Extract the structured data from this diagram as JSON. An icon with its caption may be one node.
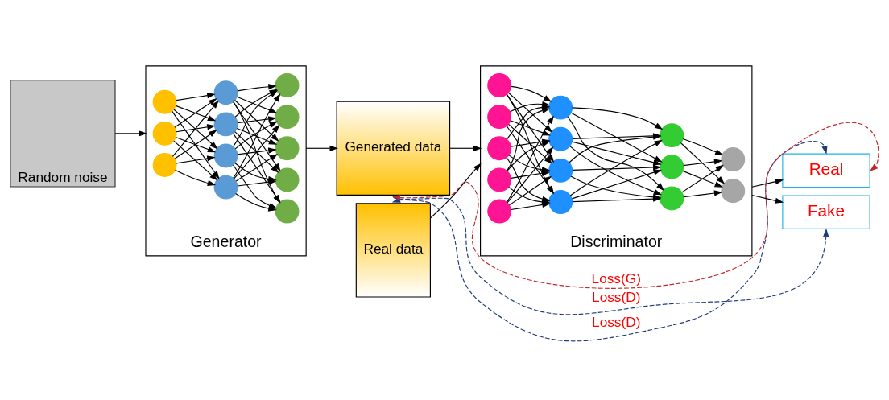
{
  "diagram": {
    "nodes": [
      {
        "text": [
          "Random noise"
        ]
      },
      {
        "text": [
          "Generator"
        ]
      },
      {
        "text": [],
        "shape": "circle",
        "in": 1
      },
      {
        "text": [],
        "shape": "circle",
        "in": 1
      },
      {
        "text": [],
        "shape": "circle",
        "in": 1
      },
      {
        "text": [],
        "shape": "circle",
        "in": 1
      },
      {
        "text": [],
        "shape": "circle",
        "in": 1
      },
      {
        "text": [],
        "shape": "circle",
        "in": 1
      },
      {
        "text": [],
        "shape": "circle",
        "in": 1
      },
      {
        "text": [],
        "shape": "circle",
        "in": 1
      },
      {
        "text": [],
        "shape": "circle",
        "in": 1
      },
      {
        "text": [],
        "shape": "circle",
        "in": 1
      },
      {
        "text": [],
        "shape": "circle",
        "in": 1
      },
      {
        "text": [],
        "shape": "circle",
        "in": 1
      },
      {
        "text": [
          "Real data"
        ]
      },
      {
        "text": [
          "Generated data"
        ]
      },
      {
        "text": [
          "Discriminator"
        ]
      },
      {
        "text": [],
        "shape": "circle",
        "in": 16
      },
      {
        "text": [],
        "shape": "circle",
        "in": 16
      },
      {
        "text": [],
        "shape": "circle",
        "in": 16
      },
      {
        "text": [],
        "shape": "circle",
        "in": 16
      },
      {
        "text": [],
        "shape": "circle",
        "in": 16
      },
      {
        "text": [],
        "shape": "circle",
        "in": 16
      },
      {
        "text": [],
        "shape": "circle",
        "in": 16
      },
      {
        "text": [],
        "shape": "circle",
        "in": 16
      },
      {
        "text": [],
        "shape": "circle",
        "in": 16
      },
      {
        "text": [],
        "shape": "circle",
        "in": 16
      },
      {
        "text": [],
        "shape": "circle",
        "in": 16
      },
      {
        "text": [],
        "shape": "circle",
        "in": 16
      },
      {
        "text": [],
        "shape": "circle",
        "in": 16
      },
      {
        "text": [],
        "shape": "circle",
        "in": 16
      },
      {
        "text": [
          "Real"
        ]
      },
      {
        "text": [
          "Fake"
        ]
      }
    ],
    "edges": [
      {
        "from": 0,
        "to": 1,
        "arrow": "to"
      },
      {
        "from": 2,
        "to": 5,
        "arrow": "to"
      },
      {
        "from": 2,
        "to": 6,
        "arrow": "to"
      },
      {
        "from": 2,
        "to": 7,
        "arrow": "to"
      },
      {
        "from": 2,
        "to": 8,
        "arrow": "to"
      },
      {
        "from": 3,
        "to": 5,
        "arrow": "to"
      },
      {
        "from": 3,
        "to": 6,
        "arrow": "to"
      },
      {
        "from": 3,
        "to": 7,
        "arrow": "to"
      },
      {
        "from": 3,
        "to": 8,
        "arrow": "to"
      },
      {
        "from": 4,
        "to": 5,
        "arrow": "to"
      },
      {
        "from": 4,
        "to": 6,
        "arrow": "to"
      },
      {
        "from": 4,
        "to": 7,
        "arrow": "to"
      },
      {
        "from": 4,
        "to": 8,
        "arrow": "to"
      },
      {
        "from": 5,
        "to": 9,
        "arrow": "to"
      },
      {
        "from": 5,
        "to": 10,
        "arrow": "to"
      },
      {
        "from": 5,
        "to": 11,
        "arrow": "to"
      },
      {
        "from": 5,
        "to": 12,
        "arrow": "to"
      },
      {
        "from": 5,
        "to": 13,
        "arrow": "to"
      },
      {
        "from": 6,
        "to": 9,
        "arrow": "to"
      },
      {
        "from": 6,
        "to": 10,
        "arrow": "to"
      },
      {
        "from": 6,
        "to": 11,
        "arrow": "to"
      },
      {
        "from": 6,
        "to": 12,
        "arrow": "to"
      },
      {
        "from": 6,
        "to": 13,
        "arrow": "to"
      },
      {
        "from": 7,
        "to": 9,
        "arrow": "to"
      },
      {
        "from": 7,
        "to": 10,
        "arrow": "to"
      },
      {
        "from": 7,
        "to": 11,
        "arrow": "to"
      },
      {
        "from": 7,
        "to": 12,
        "arrow": "to"
      },
      {
        "from": 7,
        "to": 13,
        "arrow": "to"
      },
      {
        "from": 8,
        "to": 9,
        "arrow": "to"
      },
      {
        "from": 8,
        "to": 10,
        "arrow": "to"
      },
      {
        "from": 8,
        "to": 11,
        "arrow": "to"
      },
      {
        "from": 8,
        "to": 12,
        "arrow": "to"
      },
      {
        "from": 8,
        "to": 13,
        "arrow": "to"
      },
      {
        "from": 1,
        "to": 15,
        "arrow": "to"
      },
      {
        "from": 14,
        "to": 16,
        "arrow": "to"
      },
      {
        "from": 15,
        "to": 16,
        "arrow": "to"
      },
      {
        "from": 17,
        "to": 22,
        "arrow": "to"
      },
      {
        "from": 17,
        "to": 23,
        "arrow": "to"
      },
      {
        "from": 17,
        "to": 24,
        "arrow": "to"
      },
      {
        "from": 17,
        "to": 25,
        "arrow": "to"
      },
      {
        "from": 18,
        "to": 22,
        "arrow": "to"
      },
      {
        "from": 18,
        "to": 23,
        "arrow": "to"
      },
      {
        "from": 18,
        "to": 24,
        "arrow": "to"
      },
      {
        "from": 18,
        "to": 25,
        "arrow": "to"
      },
      {
        "from": 19,
        "to": 22,
        "arrow": "to"
      },
      {
        "from": 19,
        "to": 23,
        "arrow": "to"
      },
      {
        "from": 19,
        "to": 24,
        "arrow": "to"
      },
      {
        "from": 19,
        "to": 25,
        "arrow": "to"
      },
      {
        "from": 20,
        "to": 22,
        "arrow": "to"
      },
      {
        "from": 20,
        "to": 23,
        "arrow": "to"
      },
      {
        "from": 20,
        "to": 24,
        "arrow": "to"
      },
      {
        "from": 20,
        "to": 25,
        "arrow": "to"
      },
      {
        "from": 21,
        "to": 22,
        "arrow": "to"
      },
      {
        "from": 21,
        "to": 23,
        "arrow": "to"
      },
      {
        "from": 21,
        "to": 24,
        "arrow": "to"
      },
      {
        "from": 21,
        "to": 25,
        "arrow": "to"
      },
      {
        "from": 22,
        "to": 26,
        "arrow": "to"
      },
      {
        "from": 22,
        "to": 27,
        "arrow": "to"
      },
      {
        "from": 22,
        "to": 28,
        "arrow": "to"
      },
      {
        "from": 23,
        "to": 26,
        "arrow": "to"
      },
      {
        "from": 23,
        "to": 27,
        "arrow": "to"
      },
      {
        "from": 23,
        "to": 28,
        "arrow": "to"
      },
      {
        "from": 24,
        "to": 26,
        "arrow": "to"
      },
      {
        "from": 24,
        "to": 27,
        "arrow": "to"
      },
      {
        "from": 24,
        "to": 28,
        "arrow": "to"
      },
      {
        "from": 25,
        "to": 26,
        "arrow": "to"
      },
      {
        "from": 25,
        "to": 27,
        "arrow": "to"
      },
      {
        "from": 25,
        "to": 28,
        "arrow": "to"
      },
      {
        "from": 26,
        "to": 29,
        "arrow": "to"
      },
      {
        "from": 26,
        "to": 30,
        "arrow": "to"
      },
      {
        "from": 27,
        "to": 29,
        "arrow": "to"
      },
      {
        "from": 27,
        "to": 30,
        "arrow": "to"
      },
      {
        "from": 28,
        "to": 29,
        "arrow": "to"
      },
      {
        "from": 28,
        "to": 30,
        "arrow": "to"
      },
      {
        "from": 16,
        "to": 31,
        "arrow": "to"
      },
      {
        "from": 16,
        "to": 32,
        "arrow": "to"
      },
      {
        "from": 14,
        "to": 31,
        "arrow": "both",
        "label": "Loss(D)",
        "style": "dashed",
        "color": "#1f3a7a"
      },
      {
        "from": 15,
        "to": 32,
        "arrow": "to",
        "label": "Loss(D)",
        "style": "dashed",
        "color": "#1f3a7a"
      },
      {
        "from": 15,
        "to": 31,
        "arrow": "both",
        "label": "Loss(G)",
        "style": "dashed",
        "color": "#c0282d"
      }
    ]
  }
}
